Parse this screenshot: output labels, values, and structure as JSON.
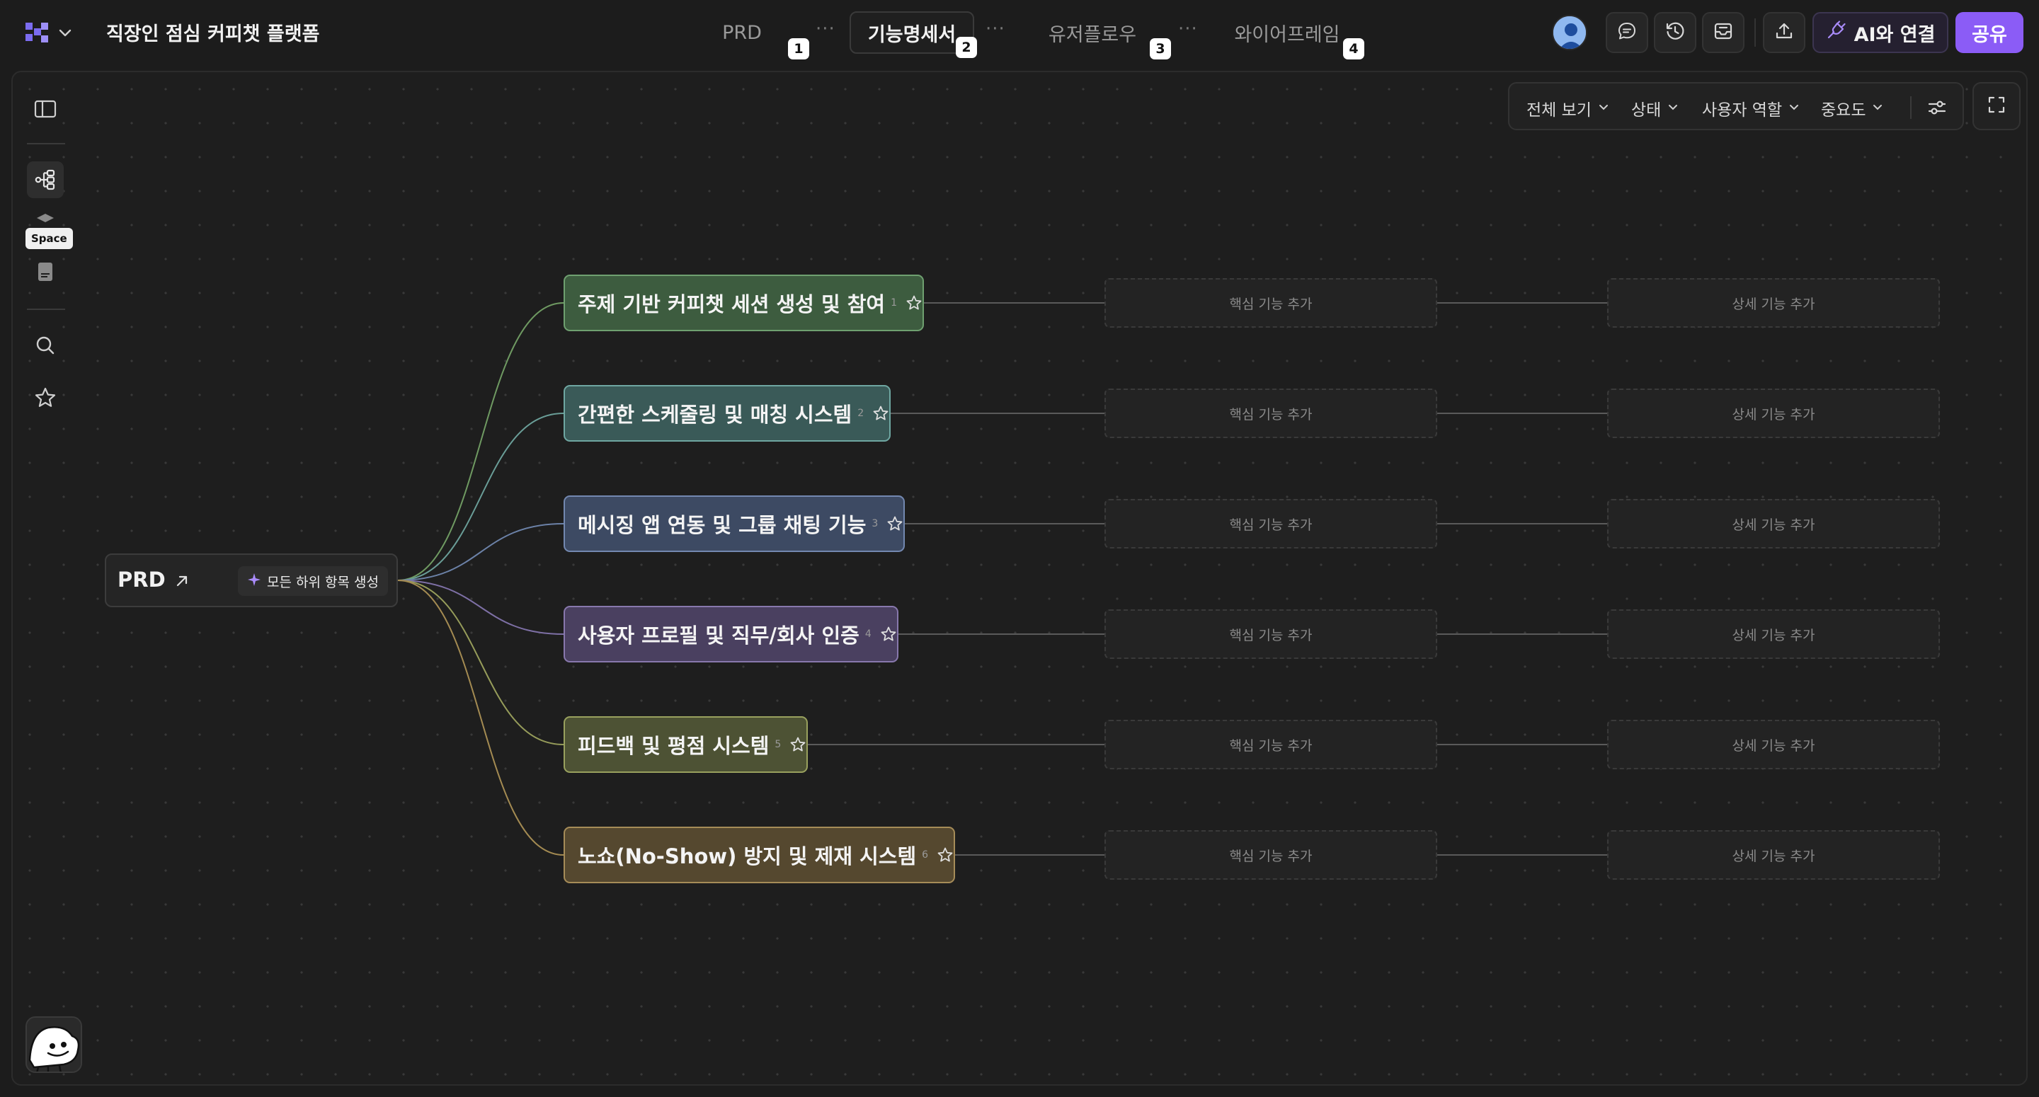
{
  "project": {
    "title": "직장인 점심 커피챗 플랫폼"
  },
  "tabs": [
    {
      "label": "PRD",
      "num": "1"
    },
    {
      "label": "기능명세서",
      "num": "2"
    },
    {
      "label": "유저플로우",
      "num": "3"
    },
    {
      "label": "와이어프레임",
      "num": "4"
    }
  ],
  "active_tab": "기능명세서",
  "tab_separator": "···",
  "toolbar": {
    "ai_label": "AI와 연결",
    "share_label": "공유"
  },
  "sidebar": {
    "tooltip": "Space"
  },
  "filters": [
    {
      "label": "전체 보기"
    },
    {
      "label": "상태"
    },
    {
      "label": "사용자 역할"
    },
    {
      "label": "중요도"
    }
  ],
  "root": {
    "label": "PRD",
    "generate_label": "모든 하위 항목 생성"
  },
  "features": [
    {
      "label": "주제 기반 커피챗 세션 생성 및 참여",
      "index": "1",
      "fill": "#3d5c3f",
      "border": "#6fa070",
      "link": "#6f9a62"
    },
    {
      "label": "간편한 스케줄링 및 매칭 시스템",
      "index": "2",
      "fill": "#3a5a58",
      "border": "#6fa7a2",
      "link": "#6a9e98"
    },
    {
      "label": "메시징 앱 연동 및 그룹 채팅 기능",
      "index": "3",
      "fill": "#3d4a63",
      "border": "#7388b0",
      "link": "#6c82a8"
    },
    {
      "label": "사용자 프로필 및 직무/회사 인증",
      "index": "4",
      "fill": "#4a4060",
      "border": "#8878ad",
      "link": "#7e70a6"
    },
    {
      "label": "피드백 및 평점 시스템",
      "index": "5",
      "fill": "#4d5234",
      "border": "#99a15e",
      "link": "#969c5a"
    },
    {
      "label": "노쇼(No-Show) 방지 및 제재 시스템",
      "index": "6",
      "fill": "#55482f",
      "border": "#a68c58",
      "link": "#a48b52"
    }
  ],
  "placeholders": {
    "core": "핵심 기능 추가",
    "detail": "상세 기능 추가"
  },
  "colors": {
    "accent": "#8b5cf6",
    "background": "#1c1c1c"
  }
}
